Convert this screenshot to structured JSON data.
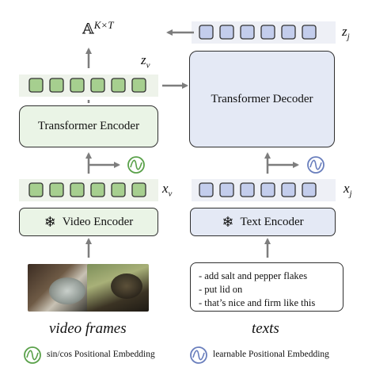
{
  "encoder": {
    "transformer_encoder_label": "Transformer Encoder",
    "video_encoder_label": "Video Encoder",
    "output_var": "z",
    "output_sub": "v",
    "input_var": "x",
    "input_sub": "v",
    "prediction_base": "𝔸",
    "prediction_sup": "K×T",
    "caption": "video frames"
  },
  "decoder": {
    "transformer_decoder_label": "Transformer Decoder",
    "text_encoder_label": "Text Encoder",
    "output_var": "z",
    "output_sub": "j",
    "input_var": "x",
    "input_sub": "j",
    "caption": "texts"
  },
  "texts": {
    "lines": [
      "- add salt and pepper flakes",
      "- put lid on",
      "- that’s nice and firm like this"
    ]
  },
  "legend": {
    "sincos_label": "sin/cos Positional Embedding",
    "learnable_label": "learnable Positional Embedding"
  },
  "icons": {
    "frozen": "snowflake-icon",
    "sincos": "sine-wave-icon",
    "learnable": "sine-wave-icon"
  },
  "colors": {
    "green_token": "#a6cf8f",
    "blue_token": "#c3cdec",
    "green_bg": "#eaf4e6",
    "blue_bg": "#e4e9f5",
    "arrow": "#7d7d7d",
    "sincos_circle": "#5aa14a",
    "learnable_circle": "#6a7fbd"
  }
}
